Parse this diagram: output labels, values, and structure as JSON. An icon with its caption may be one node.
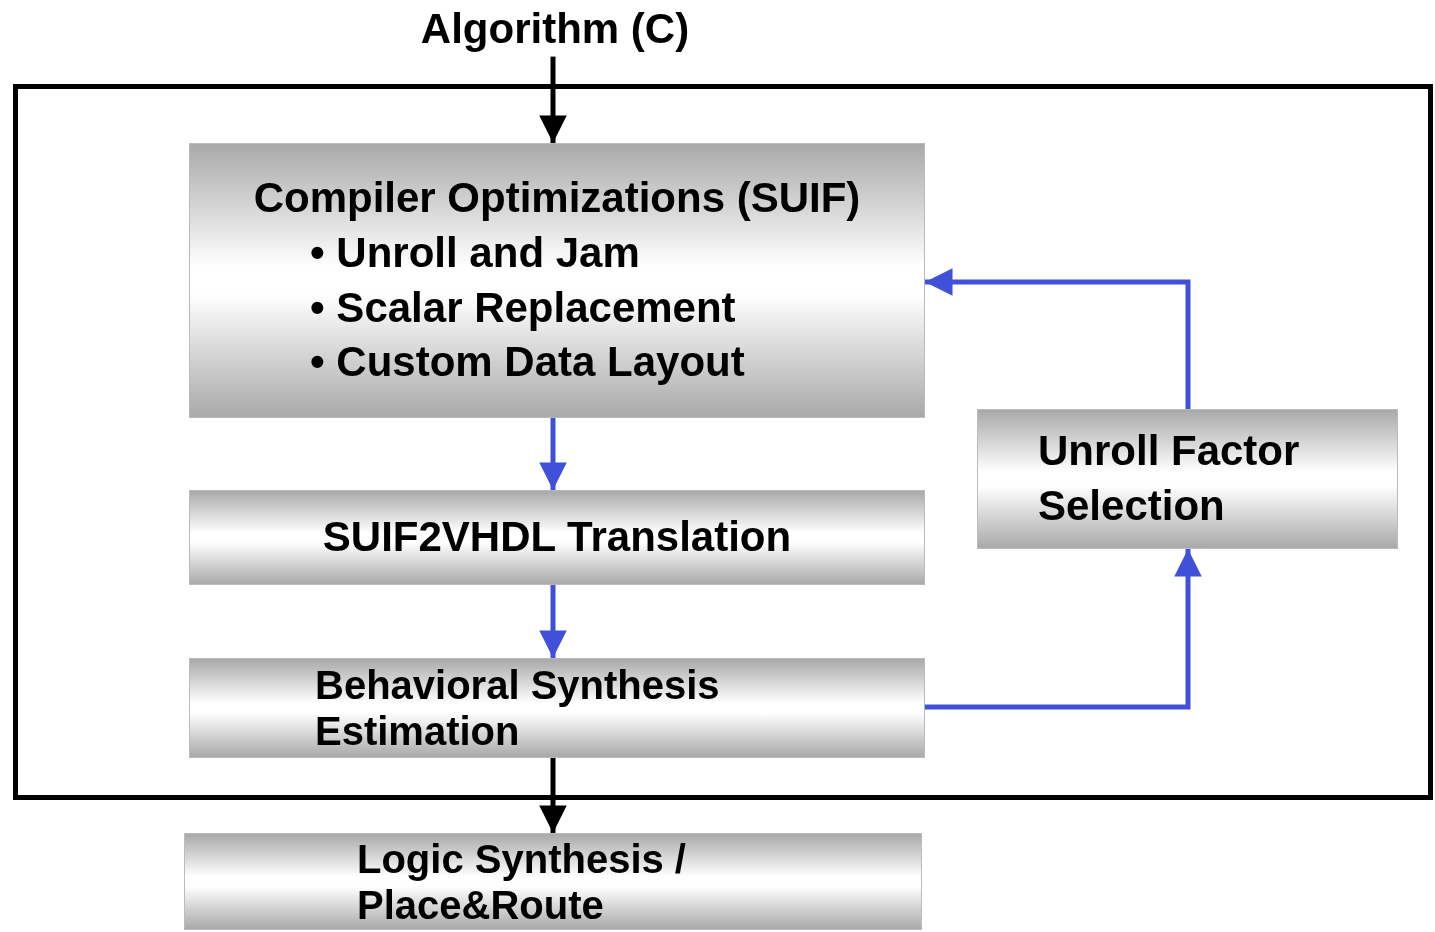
{
  "diagram": {
    "nodes": [
      {
        "text": [
          "Algorithm (C)"
        ]
      },
      {
        "text": [],
        "shape": "box"
      },
      {
        "text": [
          "Compiler Optimizations (SUIF)",
          "• Unroll and Jam",
          "• Scalar Replacement",
          "• Custom Data Layout"
        ],
        "in": 1
      },
      {
        "text": [
          "SUIF2VHDL Translation"
        ],
        "in": 1
      },
      {
        "text": [
          "Behavioral Synthesis Estimation"
        ],
        "in": 1
      },
      {
        "text": [
          "Unroll Factor Selection"
        ],
        "in": 1
      },
      {
        "text": [
          "Logic Synthesis / Place&Route"
        ]
      }
    ],
    "edges": [
      {
        "from": 0,
        "to": 2,
        "arrow": "to",
        "color": "#000000"
      },
      {
        "from": 2,
        "to": 3,
        "arrow": "to"
      },
      {
        "from": 3,
        "to": 4,
        "arrow": "to"
      },
      {
        "from": 4,
        "to": 5,
        "arrow": "to"
      },
      {
        "from": 5,
        "to": 2,
        "arrow": "to"
      },
      {
        "from": 4,
        "to": 6,
        "arrow": "to",
        "color": "#000000"
      }
    ]
  }
}
